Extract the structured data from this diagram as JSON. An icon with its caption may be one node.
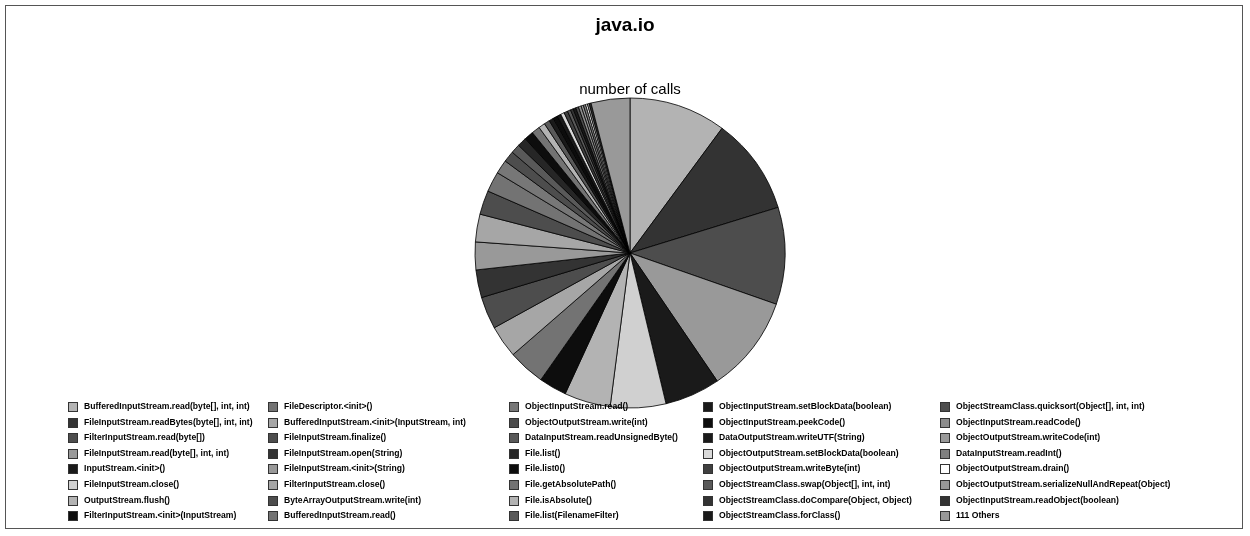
{
  "diagram": {
    "title": "java.io",
    "labels": [
      "number of calls"
    ],
    "legend": [
      {
        "text": "BufferedInputStream.read(byte[], int, int)",
        "color": "#b3b3b3"
      },
      {
        "text": "FileInputStream.readBytes(byte[], int, int)",
        "color": "#333333"
      },
      {
        "text": "FilterInputStream.read(byte[])",
        "color": "#4d4d4d"
      },
      {
        "text": "FileInputStream.read(byte[], int, int)",
        "color": "#999999"
      },
      {
        "text": "InputStream.<init>()",
        "color": "#1a1a1a"
      },
      {
        "text": "FileInputStream.close()",
        "color": "#d0d0d0"
      },
      {
        "text": "OutputStream.flush()",
        "color": "#b3b3b3"
      },
      {
        "text": "FilterInputStream.<init>(InputStream)",
        "color": "#0d0d0d"
      },
      {
        "text": "FileDescriptor.<init>()",
        "color": "#737373"
      },
      {
        "text": "BufferedInputStream.<init>(InputStream, int)",
        "color": "#a6a6a6"
      },
      {
        "text": "FileInputStream.finalize()",
        "color": "#4d4d4d"
      },
      {
        "text": "FileInputStream.open(String)",
        "color": "#333333"
      },
      {
        "text": "FileInputStream.<init>(String)",
        "color": "#999999"
      },
      {
        "text": "FilterInputStream.close()",
        "color": "#a6a6a6"
      },
      {
        "text": "ByteArrayOutputStream.write(int)",
        "color": "#4d4d4d"
      },
      {
        "text": "BufferedInputStream.read()",
        "color": "#737373"
      },
      {
        "text": "ObjectInputStream.read()",
        "color": "#777777"
      },
      {
        "text": "ObjectOutputStream.write(int)",
        "color": "#4d4d4d"
      },
      {
        "text": "DataInputStream.readUnsignedByte()",
        "color": "#595959"
      },
      {
        "text": "File.list()",
        "color": "#262626"
      },
      {
        "text": "File.list0()",
        "color": "#0d0d0d"
      },
      {
        "text": "File.getAbsolutePath()",
        "color": "#737373"
      },
      {
        "text": "File.isAbsolute()",
        "color": "#b3b3b3"
      },
      {
        "text": "File.list(FilenameFilter)",
        "color": "#595959"
      },
      {
        "text": "ObjectInputStream.setBlockData(boolean)",
        "color": "#1a1a1a"
      },
      {
        "text": "ObjectInputStream.peekCode()",
        "color": "#0d0d0d"
      },
      {
        "text": "DataOutputStream.writeUTF(String)",
        "color": "#1a1a1a"
      },
      {
        "text": "ObjectOutputStream.setBlockData(boolean)",
        "color": "#d9d9d9"
      },
      {
        "text": "ObjectOutputStream.writeByte(int)",
        "color": "#404040"
      },
      {
        "text": "ObjectStreamClass.swap(Object[], int, int)",
        "color": "#595959"
      },
      {
        "text": "ObjectStreamClass.doCompare(Object, Object)",
        "color": "#333333"
      },
      {
        "text": "ObjectStreamClass.forClass()",
        "color": "#1a1a1a"
      },
      {
        "text": "ObjectStreamClass.quicksort(Object[], int, int)",
        "color": "#4d4d4d"
      },
      {
        "text": "ObjectInputStream.readCode()",
        "color": "#8c8c8c"
      },
      {
        "text": "ObjectOutputStream.writeCode(int)",
        "color": "#999999"
      },
      {
        "text": "DataInputStream.readInt()",
        "color": "#808080"
      },
      {
        "text": "ObjectOutputStream.drain()",
        "color": "#ffffff"
      },
      {
        "text": "ObjectOutputStream.serializeNullAndRepeat(Object)",
        "color": "#999999"
      },
      {
        "text": "ObjectInputStream.readObject(boolean)",
        "color": "#333333"
      },
      {
        "text": "111 Others",
        "color": "#999999"
      }
    ]
  }
}
